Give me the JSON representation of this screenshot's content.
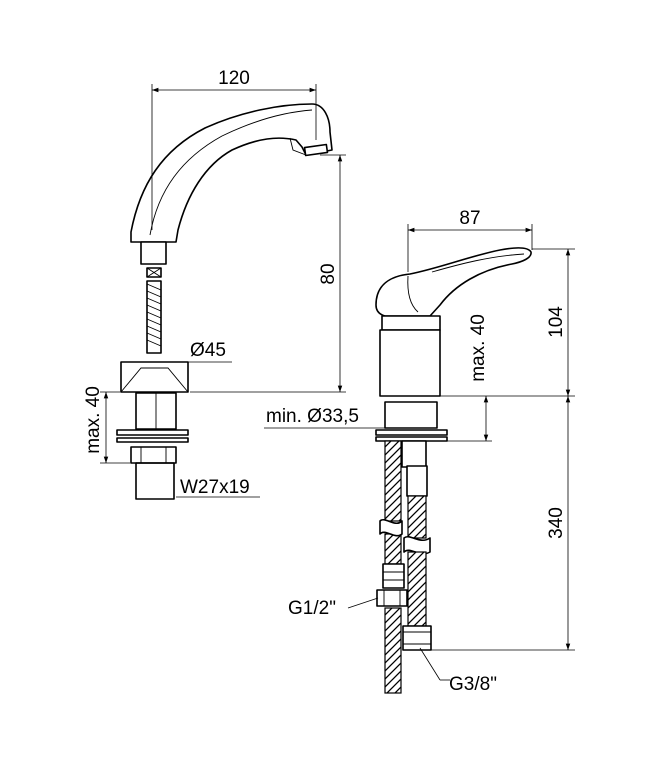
{
  "labels": {
    "spout_width": "120",
    "spout_height": "80",
    "base_diameter": "Ø45",
    "left_max_thickness": "max. 40",
    "thread": "W27x19",
    "lever_width": "87",
    "mixer_height": "104",
    "right_max_thickness": "max. 40",
    "min_hole": "min. Ø33,5",
    "hose_length": "340",
    "inlet_g12": "G1/2\"",
    "inlet_g38": "G3/8\""
  }
}
